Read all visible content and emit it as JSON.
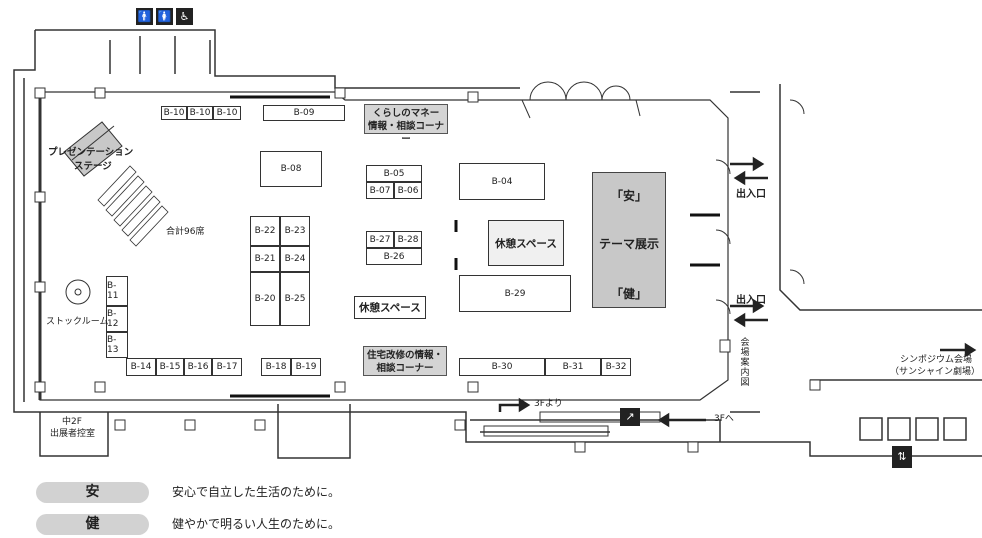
{
  "booths": [
    {
      "id": "B-10a",
      "label": "B-10"
    },
    {
      "id": "B-10b",
      "label": "B-10"
    },
    {
      "id": "B-10c",
      "label": "B-10"
    },
    {
      "id": "B-09",
      "label": "B-09"
    },
    {
      "id": "B-08",
      "label": "B-08"
    },
    {
      "id": "B-05",
      "label": "B-05"
    },
    {
      "id": "B-07",
      "label": "B-07"
    },
    {
      "id": "B-06",
      "label": "B-06"
    },
    {
      "id": "B-04",
      "label": "B-04"
    },
    {
      "id": "B-22",
      "label": "B-22"
    },
    {
      "id": "B-23",
      "label": "B-23"
    },
    {
      "id": "B-21",
      "label": "B-21"
    },
    {
      "id": "B-24",
      "label": "B-24"
    },
    {
      "id": "B-20",
      "label": "B-20"
    },
    {
      "id": "B-25",
      "label": "B-25"
    },
    {
      "id": "B-27",
      "label": "B-27"
    },
    {
      "id": "B-28",
      "label": "B-28"
    },
    {
      "id": "B-26",
      "label": "B-26"
    },
    {
      "id": "B-29",
      "label": "B-29"
    },
    {
      "id": "B-11",
      "label": "B-11"
    },
    {
      "id": "B-12",
      "label": "B-12"
    },
    {
      "id": "B-13",
      "label": "B-13"
    },
    {
      "id": "B-14",
      "label": "B-14"
    },
    {
      "id": "B-15",
      "label": "B-15"
    },
    {
      "id": "B-16",
      "label": "B-16"
    },
    {
      "id": "B-17",
      "label": "B-17"
    },
    {
      "id": "B-18",
      "label": "B-18"
    },
    {
      "id": "B-19",
      "label": "B-19"
    },
    {
      "id": "B-30",
      "label": "B-30"
    },
    {
      "id": "B-31",
      "label": "B-31"
    },
    {
      "id": "B-32",
      "label": "B-32"
    }
  ],
  "labels": {
    "money_corner_1": "くらしのマネー",
    "money_corner_2": "情報・相談コーナー",
    "housing_corner_1": "住宅改修の情報・",
    "housing_corner_2": "相談コーナー",
    "rest_space_center": "休憩スペース",
    "rest_space_lower": "休憩スペース",
    "theme_top": "「安」",
    "theme_mid": "テーマ展示",
    "theme_bottom": "「健」",
    "stage_1": "プレゼンテーション",
    "stage_2": "ステージ",
    "seats": "合計96席",
    "stock_room": "ストックルーム",
    "waiting_room_1": "中2F",
    "waiting_room_2": "出展者控室",
    "entrance_top": "出入口",
    "entrance_bottom": "出入口",
    "guide_chars": [
      "会",
      "場",
      "案",
      "内",
      "図"
    ],
    "from_3f": "3Fより",
    "to_3f": "3Fへ",
    "symposium_1": "シンポジウム会場",
    "symposium_2": "（サンシャイン劇場）"
  },
  "legend": [
    {
      "key": "安",
      "text": "安心で自立した生活のために。"
    },
    {
      "key": "健",
      "text": "健やかで明るい人生のために。"
    }
  ],
  "icons": [
    "male-restroom-icon",
    "female-restroom-icon",
    "wheelchair-icon",
    "elevator-icon",
    "escalator-icon"
  ]
}
